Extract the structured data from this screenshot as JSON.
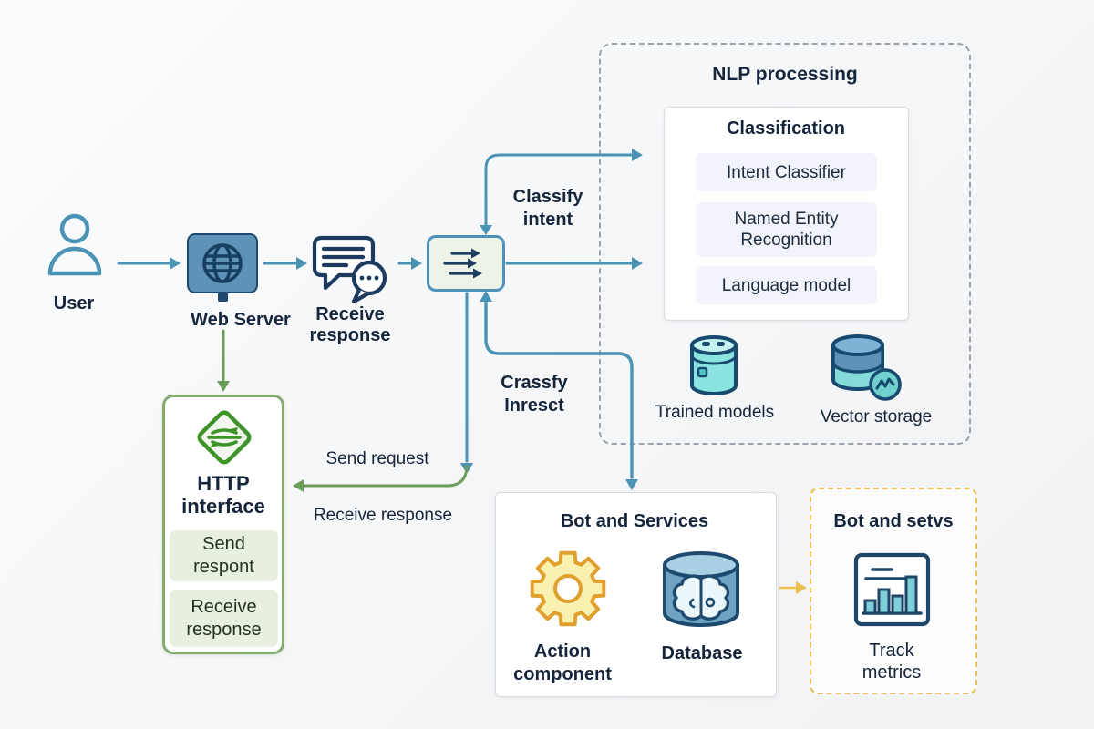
{
  "colors": {
    "arrow_teal": "#4b93b4",
    "arrow_green": "#6d9c5b",
    "arrow_yellow": "#ecc14f",
    "icon_navy": "#1d4a6e",
    "gear_orange": "#e0a02e",
    "http_green": "#3e9329",
    "webserver_blue": "#5e92b6",
    "dispatcher_fill": "#edf4e7",
    "text_dark": "#15253b"
  },
  "nodes": {
    "user": {
      "label": "User",
      "icon": "person-icon"
    },
    "web_server": {
      "label": "Web Server",
      "icon": "globe-server-icon"
    },
    "receive_response": {
      "label": "Receive\nresponse",
      "icon": "chat-bubbles-icon"
    },
    "dispatcher": {
      "icon": "transfer-arrows-icon"
    },
    "trained_models": {
      "label": "Trained models",
      "icon": "model-canister-icon"
    },
    "vector_storage": {
      "label": "Vector storage",
      "icon": "vector-database-icon"
    }
  },
  "edges": {
    "classify_intent": "Classify\nintent",
    "crassfy_inresct": "Crassfy\nInresct",
    "send_request": "Send request",
    "receive_response": "Receive response"
  },
  "nlp": {
    "title": "NLP processing",
    "classification": {
      "title": "Classification",
      "items": [
        "Intent Classifier",
        "Named Entity\nRecognition",
        "Language model"
      ]
    }
  },
  "http_interface": {
    "title": "HTTP\ninterface",
    "icon": "http-exchange-icon",
    "items": [
      "Send\nrespont",
      "Receive\nresponse"
    ]
  },
  "bot_services": {
    "title": "Bot and Services",
    "action_component": {
      "label": "Action\ncomponent",
      "icon": "gear-icon"
    },
    "database": {
      "label": "Database",
      "icon": "brain-database-icon"
    }
  },
  "bot_metrics": {
    "title": "Bot and setvs",
    "track_metrics": {
      "label": "Track\nmetrics",
      "icon": "bar-chart-icon"
    }
  }
}
